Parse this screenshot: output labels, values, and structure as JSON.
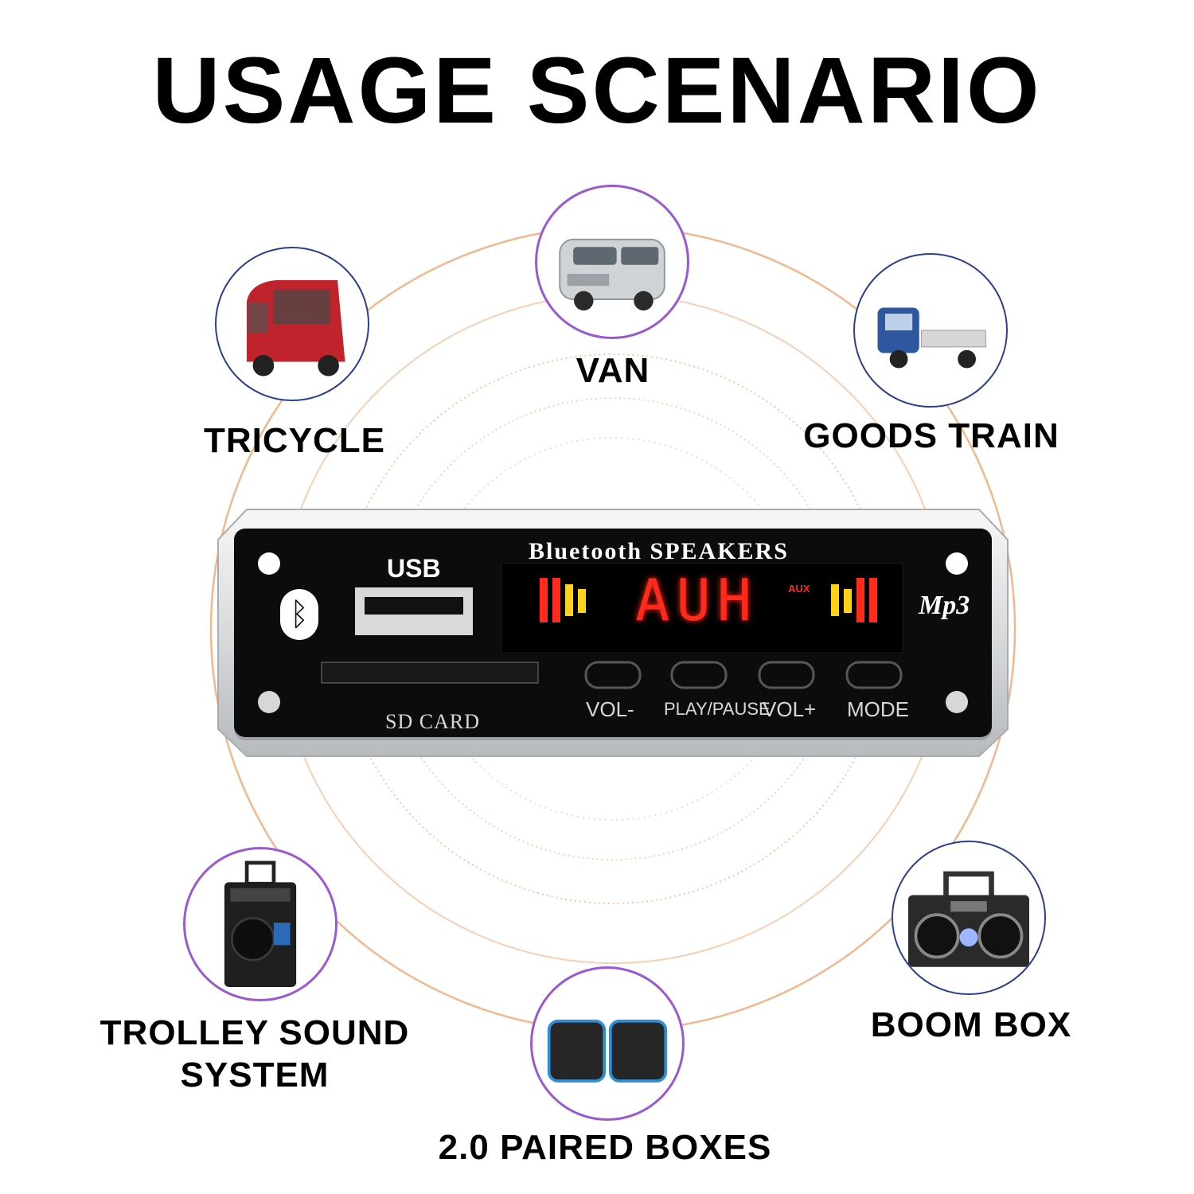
{
  "title": "USAGE SCENARIO",
  "colors": {
    "purple_ring": "#9b59d0",
    "navy_ring": "#2a3f8f",
    "orange_rings": "#f2b48a",
    "led_red": "#ff2a1a"
  },
  "scenarios": [
    {
      "label": "VAN",
      "icon": "van-icon",
      "ring": "purple"
    },
    {
      "label": "TRICYCLE",
      "icon": "tricycle-icon",
      "ring": "navy"
    },
    {
      "label": "GOODS TRAIN",
      "icon": "truck-icon",
      "ring": "navy"
    },
    {
      "label": "TROLLEY SOUND\nSYSTEM",
      "icon": "trolley-speaker-icon",
      "ring": "purple"
    },
    {
      "label": "BOOM BOX",
      "icon": "boombox-icon",
      "ring": "navy"
    },
    {
      "label": "2.0 PAIRED BOXES",
      "icon": "paired-speakers-icon",
      "ring": "purple"
    }
  ],
  "panel": {
    "header": "Bluetooth SPEAKERS",
    "usb": "USB",
    "display": "AUH",
    "display_tag": "AUX",
    "brand": "Mp3",
    "sd": "SD CARD",
    "buttons": [
      "VOL-",
      "PLAY/PAUSE",
      "VOL+",
      "MODE"
    ]
  }
}
